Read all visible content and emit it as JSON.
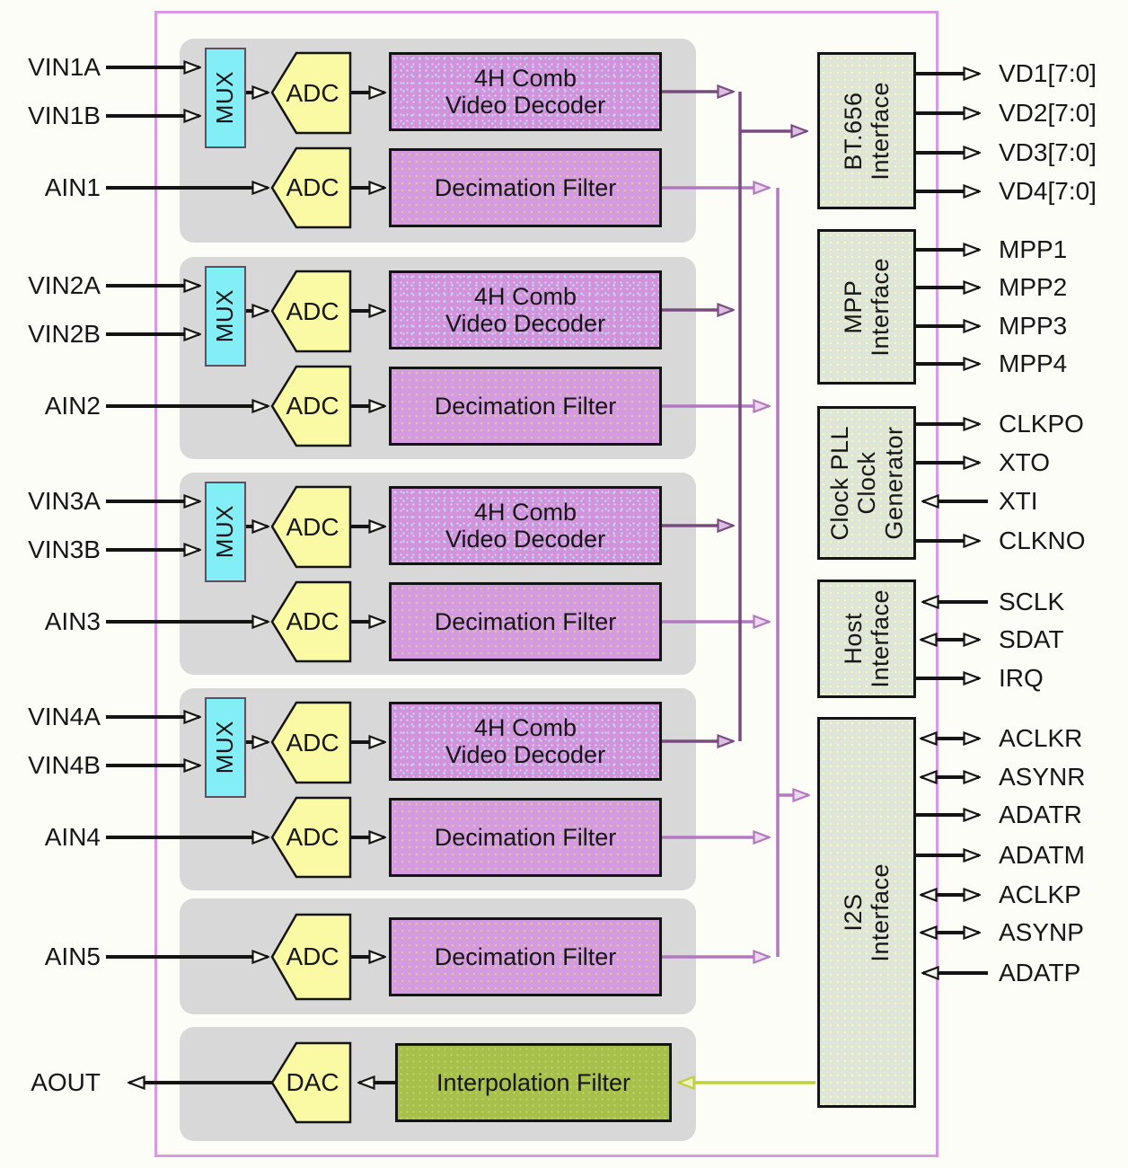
{
  "diagram": {
    "channels": [
      {
        "video_inputs": [
          "VIN1A",
          "VIN1B"
        ],
        "audio_input": "AIN1",
        "mux_label": "MUX",
        "adc_label": "ADC",
        "video_block": "4H Comb\nVideo Decoder",
        "audio_block": "Decimation Filter"
      },
      {
        "video_inputs": [
          "VIN2A",
          "VIN2B"
        ],
        "audio_input": "AIN2",
        "mux_label": "MUX",
        "adc_label": "ADC",
        "video_block": "4H Comb\nVideo Decoder",
        "audio_block": "Decimation Filter"
      },
      {
        "video_inputs": [
          "VIN3A",
          "VIN3B"
        ],
        "audio_input": "AIN3",
        "mux_label": "MUX",
        "adc_label": "ADC",
        "video_block": "4H Comb\nVideo Decoder",
        "audio_block": "Decimation Filter"
      },
      {
        "video_inputs": [
          "VIN4A",
          "VIN4B"
        ],
        "audio_input": "AIN4",
        "mux_label": "MUX",
        "adc_label": "ADC",
        "video_block": "4H Comb\nVideo Decoder",
        "audio_block": "Decimation Filter"
      }
    ],
    "fifth_audio_channel": {
      "audio_input": "AIN5",
      "adc_label": "ADC",
      "audio_block": "Decimation Filter"
    },
    "audio_output_channel": {
      "output_label": "AOUT",
      "dac_label": "DAC",
      "block": "Interpolation Filter"
    },
    "interfaces": [
      {
        "label": "BT.656\nInterface",
        "pins": [
          {
            "label": "VD1[7:0]",
            "dir": "out"
          },
          {
            "label": "VD2[7:0]",
            "dir": "out"
          },
          {
            "label": "VD3[7:0]",
            "dir": "out"
          },
          {
            "label": "VD4[7:0]",
            "dir": "out"
          }
        ]
      },
      {
        "label": "MPP\nInterface",
        "pins": [
          {
            "label": "MPP1",
            "dir": "out"
          },
          {
            "label": "MPP2",
            "dir": "out"
          },
          {
            "label": "MPP3",
            "dir": "out"
          },
          {
            "label": "MPP4",
            "dir": "out"
          }
        ]
      },
      {
        "label": "Clock PLL\nClock\nGenerator",
        "pins": [
          {
            "label": "CLKPO",
            "dir": "out"
          },
          {
            "label": "XTO",
            "dir": "out"
          },
          {
            "label": "XTI",
            "dir": "in"
          },
          {
            "label": "CLKNO",
            "dir": "out"
          }
        ]
      },
      {
        "label": "Host\nInterface",
        "pins": [
          {
            "label": "SCLK",
            "dir": "in"
          },
          {
            "label": "SDAT",
            "dir": "bi"
          },
          {
            "label": "IRQ",
            "dir": "out"
          }
        ]
      },
      {
        "label": "I2S\nInterface",
        "pins": [
          {
            "label": "ACLKR",
            "dir": "bi"
          },
          {
            "label": "ASYNR",
            "dir": "bi"
          },
          {
            "label": "ADATR",
            "dir": "out"
          },
          {
            "label": "ADATM",
            "dir": "out"
          },
          {
            "label": "ACLKP",
            "dir": "bi"
          },
          {
            "label": "ASYNP",
            "dir": "bi"
          },
          {
            "label": "ADATP",
            "dir": "in"
          }
        ]
      }
    ],
    "colors": {
      "container_border": "#d89ae5",
      "group_fill": "#d8d8d8",
      "mux_fill": "#84eef6",
      "adc_fill": "#fafaa5",
      "video_block_fill": "#d093dc",
      "audio_block_fill": "#d49be0",
      "interpolation_fill": "#a6c04b",
      "interface_fill": "#e0e6d7",
      "wire_black": "#141414",
      "video_bus": "#7a4b80",
      "audio_bus": "#b378bf",
      "playback_wire": "#bdd039"
    }
  }
}
